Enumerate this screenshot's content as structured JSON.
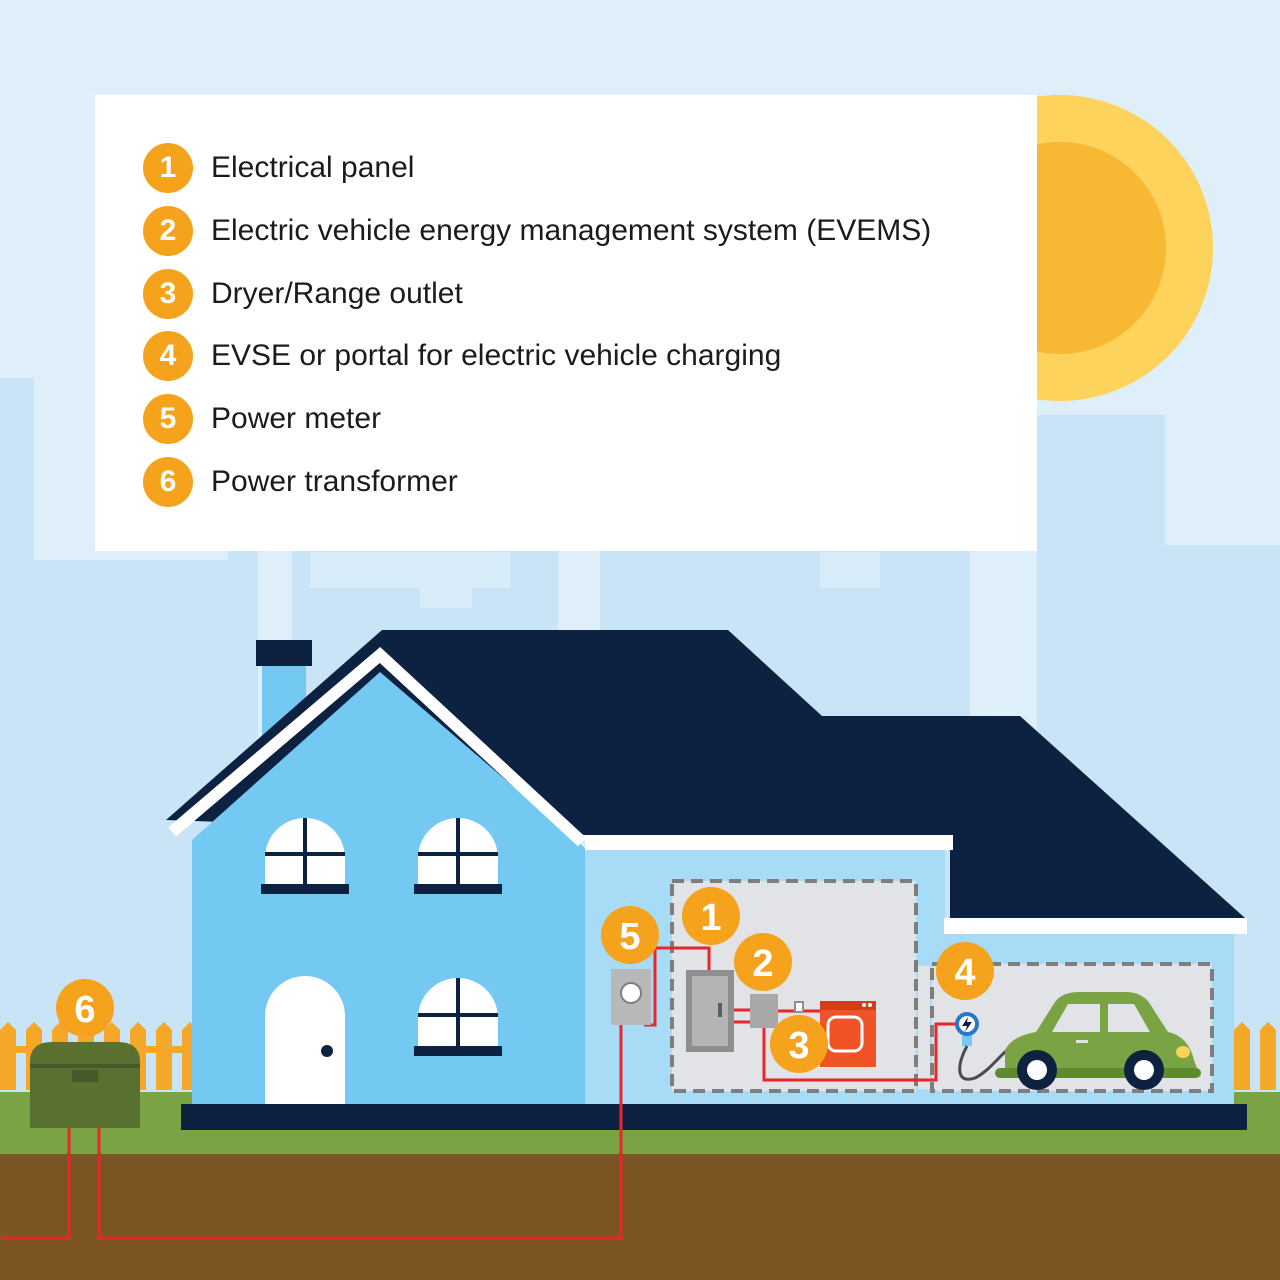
{
  "legend": {
    "items": [
      {
        "number": "1",
        "label": "Electrical panel"
      },
      {
        "number": "2",
        "label": "Electric vehicle energy management system (EVEMS)"
      },
      {
        "number": "3",
        "label": "Dryer/Range outlet"
      },
      {
        "number": "4",
        "label": "EVSE or portal for electric vehicle charging"
      },
      {
        "number": "5",
        "label": "Power meter"
      },
      {
        "number": "6",
        "label": "Power transformer"
      }
    ]
  },
  "markers": {
    "panel": "1",
    "evems": "2",
    "outlet": "3",
    "evse": "4",
    "meter": "5",
    "transformer": "6"
  },
  "colors": {
    "sky": "#dfeffa",
    "skyline": "#c8e4f6",
    "house": "#74c9f3",
    "roof": "#0d2240",
    "badge": "#f5a21c",
    "sun_outer": "#fdd35b",
    "sun_inner": "#f7b934",
    "grass": "#7aa443",
    "soil": "#7b5524",
    "wire": "#e8262c",
    "car": "#7aa443",
    "dryer": "#ef5326",
    "transformer": "#5a7030"
  }
}
